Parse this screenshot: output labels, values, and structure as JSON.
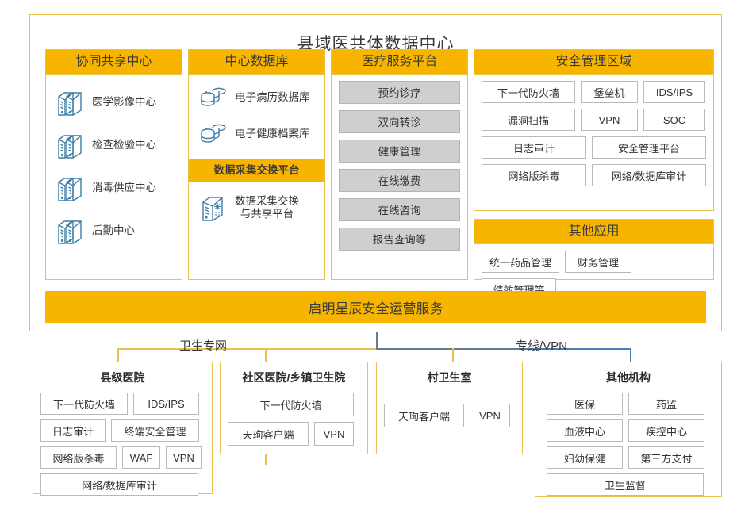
{
  "diagram": {
    "title": "县域医共体数据中心",
    "service_banner": "启明星辰安全运营服务",
    "network_labels": {
      "left": "卫生专网",
      "right": "专线/VPN"
    },
    "colors": {
      "accent": "#f7b500",
      "frame": "#e8c24a",
      "chip_gray": "#cfcfcf",
      "icon_blue": "#3d7ea6",
      "line_blue": "#4a7ebb",
      "line_gray": "#6b7b88"
    }
  },
  "columns": {
    "collab": {
      "title": "协同共享中心",
      "items": [
        {
          "icon": "server-stack-icon",
          "label": "医学影像中心"
        },
        {
          "icon": "server-stack-icon",
          "label": "检查检验中心"
        },
        {
          "icon": "server-stack-icon",
          "label": "消毒供应中心"
        },
        {
          "icon": "server-stack-icon",
          "label": "后勤中心"
        }
      ]
    },
    "central_db": {
      "title": "中心数据库",
      "items": [
        {
          "icon": "database-icon",
          "label": "电子病历数据库"
        },
        {
          "icon": "database-icon",
          "label": "电子健康档案库"
        }
      ],
      "sub_head": "数据采集交换平台",
      "sub_items": [
        {
          "icon": "data-exchange-server-icon",
          "label": "数据采集交换\n与共享平台"
        }
      ]
    },
    "service_platform": {
      "title": "医疗服务平台",
      "items": [
        "预约诊疗",
        "双向转诊",
        "健康管理",
        "在线缴费",
        "在线咨询",
        "报告查询等"
      ]
    },
    "security_zone": {
      "title": "安全管理区域",
      "rows": [
        [
          "下一代防火墙",
          "堡垒机",
          "IDS/IPS"
        ],
        [
          "漏洞扫描",
          "VPN",
          "SOC"
        ],
        [
          "日志审计",
          "安全管理平台"
        ],
        [
          "网络版杀毒",
          "网络/数据库审计"
        ]
      ]
    },
    "other_apps": {
      "title": "其他应用",
      "items": [
        "统一药品管理",
        "财务管理",
        "绩效管理等"
      ]
    }
  },
  "organizations": [
    {
      "name": "县级医院",
      "rows": [
        [
          "下一代防火墙",
          "IDS/IPS"
        ],
        [
          "日志审计",
          "终端安全管理"
        ],
        [
          "网络版杀毒",
          "WAF",
          "VPN"
        ],
        [
          "网络/数据库审计"
        ]
      ]
    },
    {
      "name": "社区医院/乡镇卫生院",
      "rows": [
        [
          "下一代防火墙"
        ],
        [
          "天珣客户端",
          "VPN"
        ]
      ]
    },
    {
      "name": "村卫生室",
      "rows": [
        [
          "天珣客户端",
          "VPN"
        ]
      ]
    },
    {
      "name": "其他机构",
      "rows": [
        [
          "医保",
          "药监"
        ],
        [
          "血液中心",
          "疾控中心"
        ],
        [
          "妇幼保健",
          "第三方支付"
        ],
        [
          "卫生监督"
        ]
      ]
    }
  ]
}
